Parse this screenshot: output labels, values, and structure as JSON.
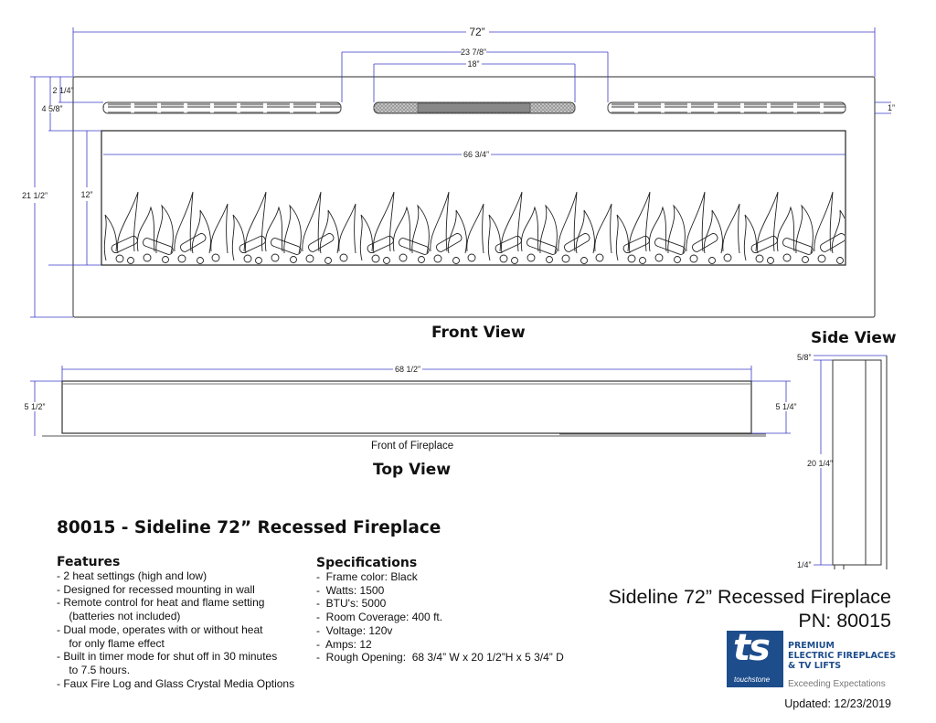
{
  "front_view": {
    "title": "Front View",
    "dims": {
      "overall_width": "72”",
      "center_vent_outer": "23 7/8”",
      "center_vent_inner": "18”",
      "firebox_width": "66 3/4”",
      "overall_height": "21 1/2”",
      "firebox_height": "12”",
      "vent_top": "2 1/4”",
      "firebox_top": "4 5/8”",
      "vent_height": "1”"
    }
  },
  "top_view": {
    "title": "Top View",
    "label": "Front of Fireplace",
    "dims": {
      "width": "68 1/2”",
      "left_depth": "5 1/2”",
      "right_depth": "5 1/4”"
    }
  },
  "side_view": {
    "title": "Side View",
    "dims": {
      "top": "5/8”",
      "height": "20 1/4”",
      "bottom": "1/4”"
    }
  },
  "document_title": "80015 - Sideline 72” Recessed Fireplace",
  "features": {
    "heading": "Features",
    "items": [
      "- 2 heat settings (high and low)",
      "- Designed for recessed mounting in wall",
      "- Remote control for heat and flame setting",
      "    (batteries not included)",
      "- Dual mode, operates with or without heat",
      "    for only flame effect",
      "- Built in timer mode for shut off in 30 minutes",
      "    to 7.5 hours.",
      "- Faux Fire Log and Glass Crystal Media Options"
    ]
  },
  "specifications": {
    "heading": "Specifications",
    "items": [
      "-  Frame color: Black",
      "-  Watts: 1500",
      "-  BTU's: 5000",
      "-  Room Coverage: 400 ft.",
      "-  Voltage: 120v",
      "-  Amps: 12",
      "-  Rough Opening:  68 3/4” W x 20 1/2”H x 5 3/4” D"
    ]
  },
  "product": {
    "name": "Sideline 72” Recessed Fireplace",
    "pn": "PN: 80015"
  },
  "brand": {
    "logo_letters": "ts",
    "logo_word": "touchstone",
    "tagline": [
      "PREMIUM",
      "ELECTRIC FIREPLACES",
      "& TV LIFTS"
    ],
    "slogan": "Exceeding Expectations",
    "color": "#1e4d8c"
  },
  "updated": "Updated: 12/23/2019",
  "colors": {
    "dimension_line": "#3a3ac8",
    "outline": "#555555"
  }
}
